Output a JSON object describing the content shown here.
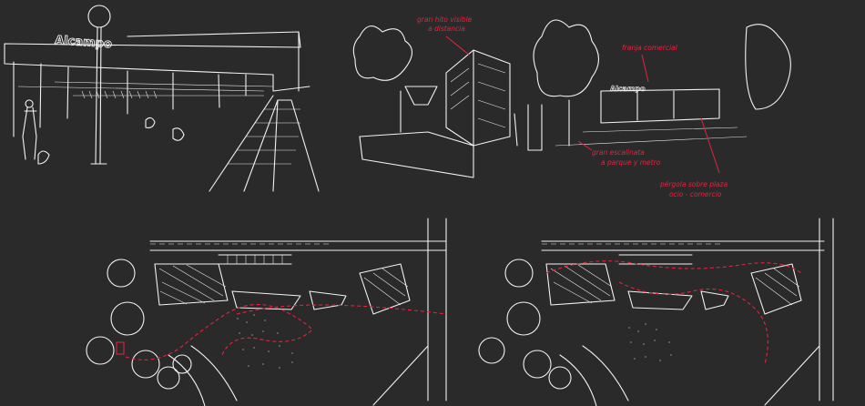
{
  "colors": {
    "background": "#2a2a2a",
    "line": "#f2f2f2",
    "annotation": "#e8213f"
  },
  "signs": {
    "store_main": "Alcampo",
    "store_small": "Alcampo"
  },
  "annotations": [
    {
      "id": "a1",
      "lines": [
        "gran hito visible",
        "a distancia"
      ]
    },
    {
      "id": "a2",
      "lines": [
        "franja comercial"
      ]
    },
    {
      "id": "a3",
      "lines": [
        "gran escalinata",
        "a parque y metro"
      ]
    },
    {
      "id": "a4",
      "lines": [
        "pérgola sobre plaza",
        "ocio - comercio"
      ]
    }
  ]
}
